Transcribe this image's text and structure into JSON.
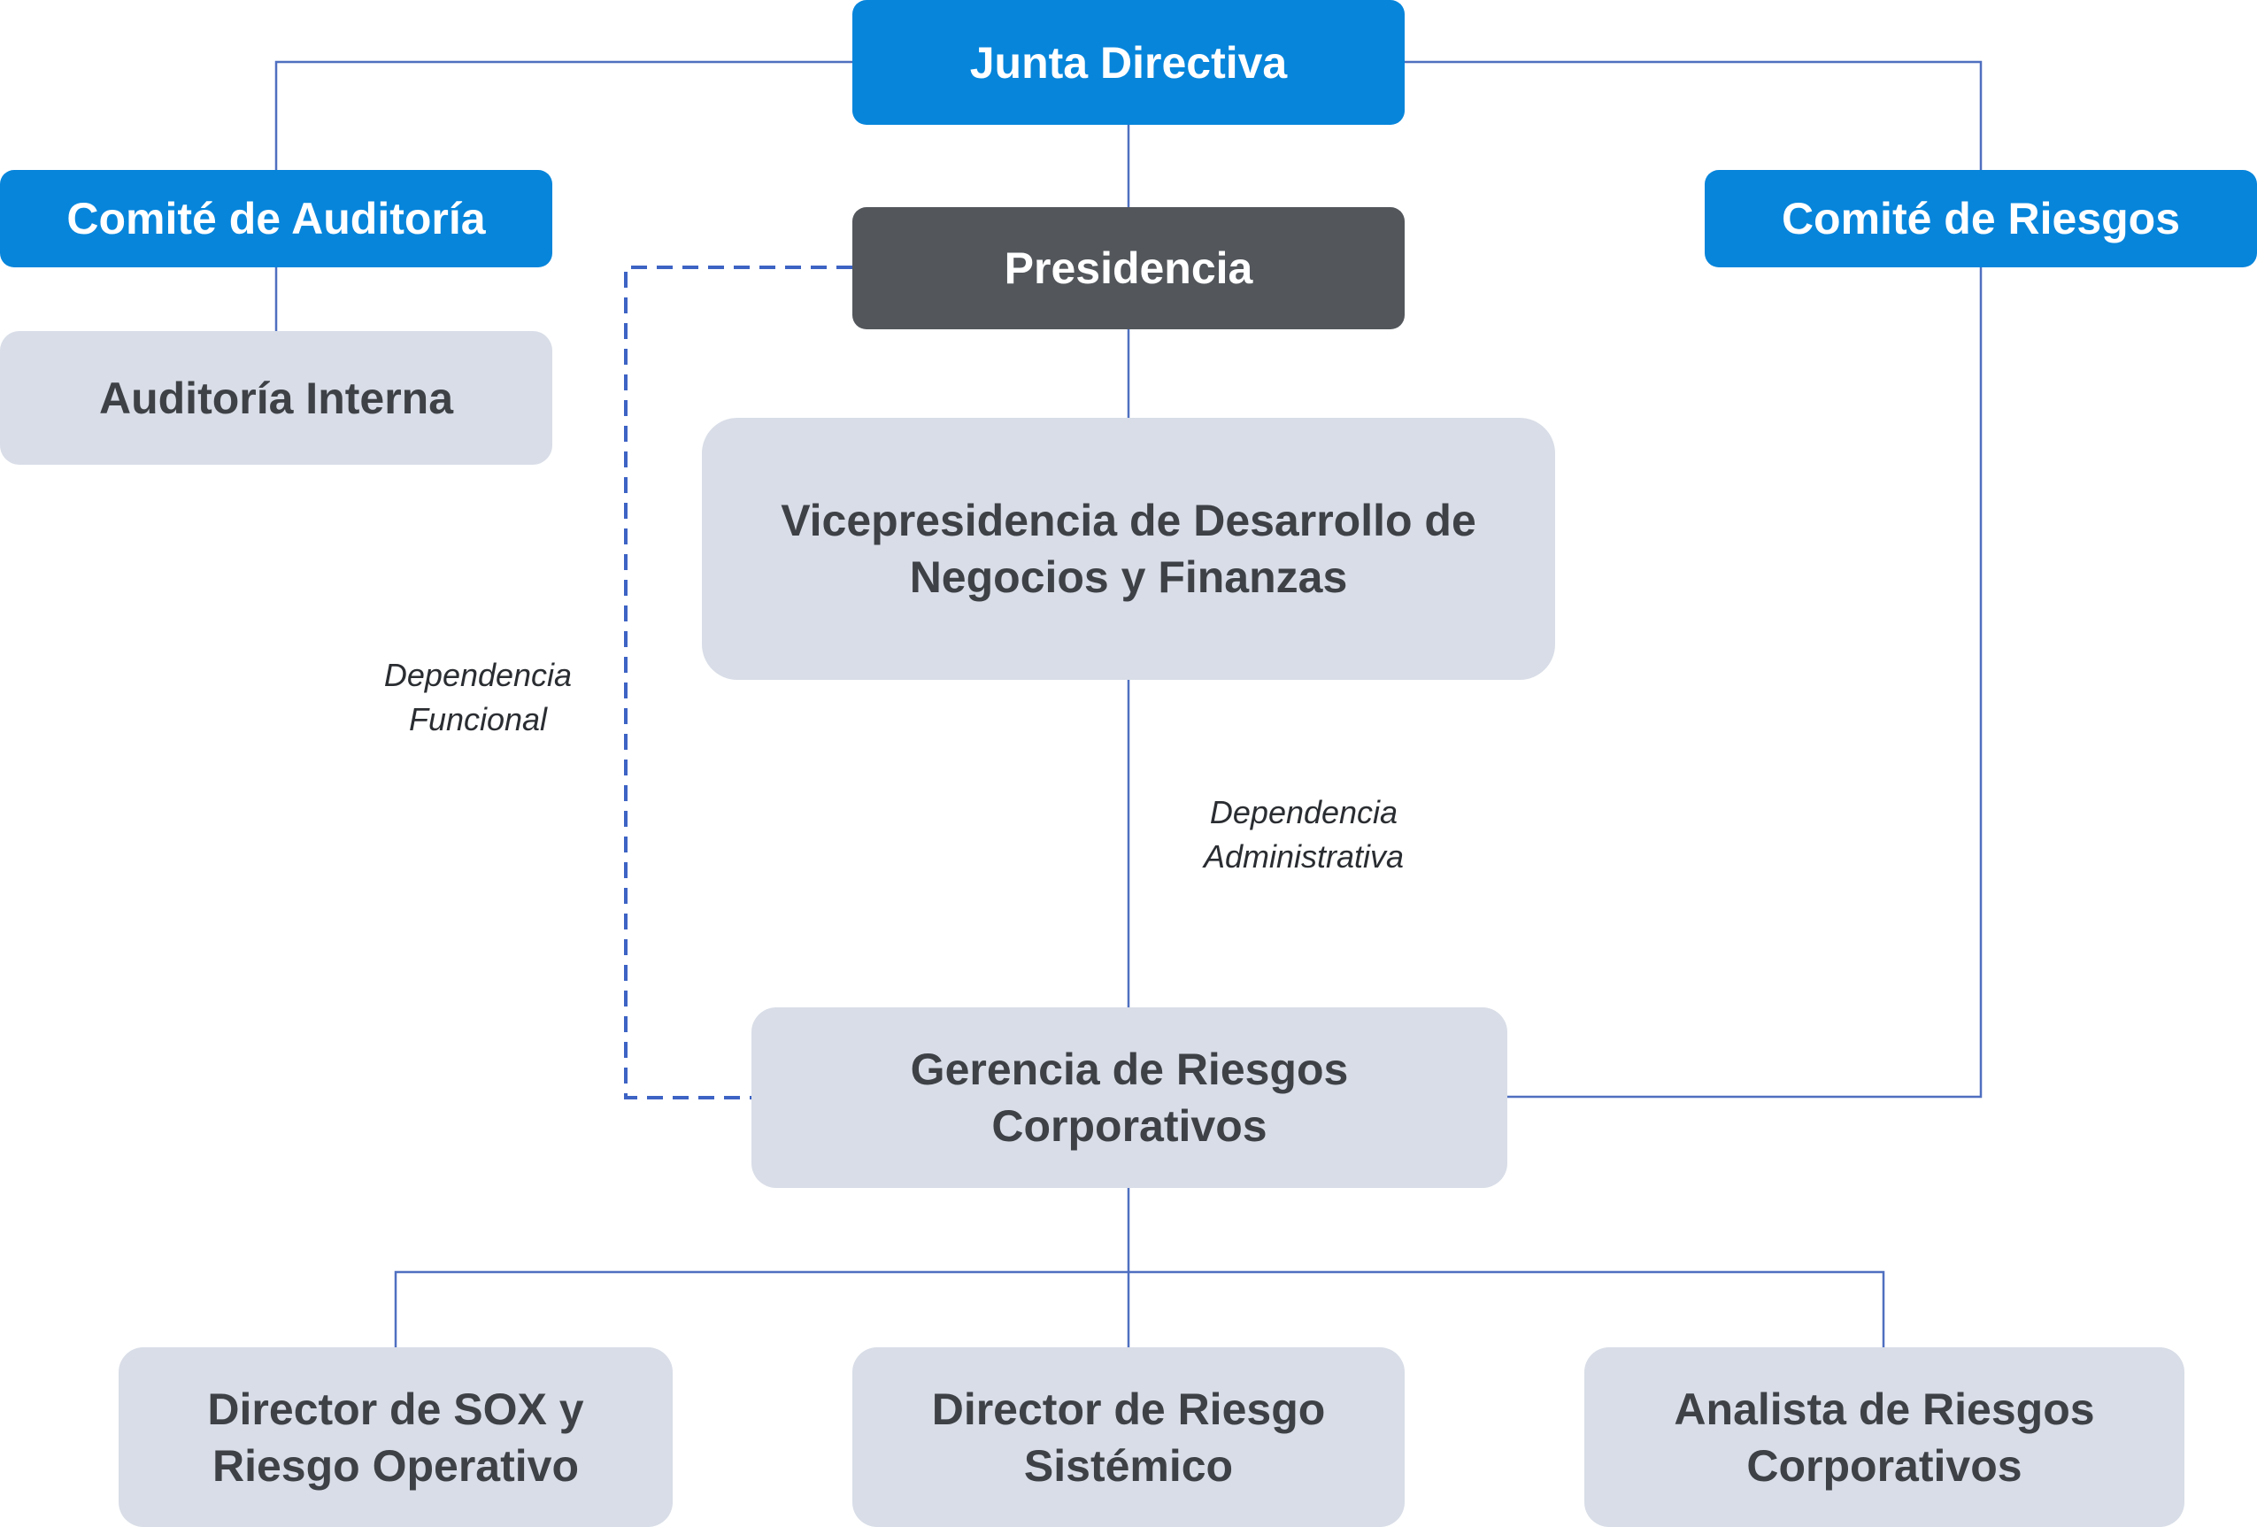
{
  "nodes": {
    "junta_directiva": "Junta Directiva",
    "comite_auditoria": "Comité de Auditoría",
    "comite_riesgos": "Comité de Riesgos",
    "presidencia": "Presidencia",
    "auditoria_interna": "Auditoría Interna",
    "vicepresidencia": "Vicepresidencia de Desarrollo de\nNegocios y Finanzas",
    "gerencia_riesgos": "Gerencia de Riesgos\nCorporativos",
    "director_sox": "Director de SOX y\nRiesgo Operativo",
    "director_sistemico": "Director de Riesgo\nSistémico",
    "analista_riesgos": "Analista de Riesgos\nCorporativos"
  },
  "notes": {
    "funcional": "Dependencia\nFuncional",
    "administrativa": "Dependencia\nAdministrativa"
  },
  "colors": {
    "board_blue": "#0785db",
    "president_dark": "#53575c",
    "unit_grey": "#d8dde7",
    "unit_text": "#3e4146",
    "connector": "#4f6fc0",
    "dashed_connector": "#3d63c4"
  }
}
